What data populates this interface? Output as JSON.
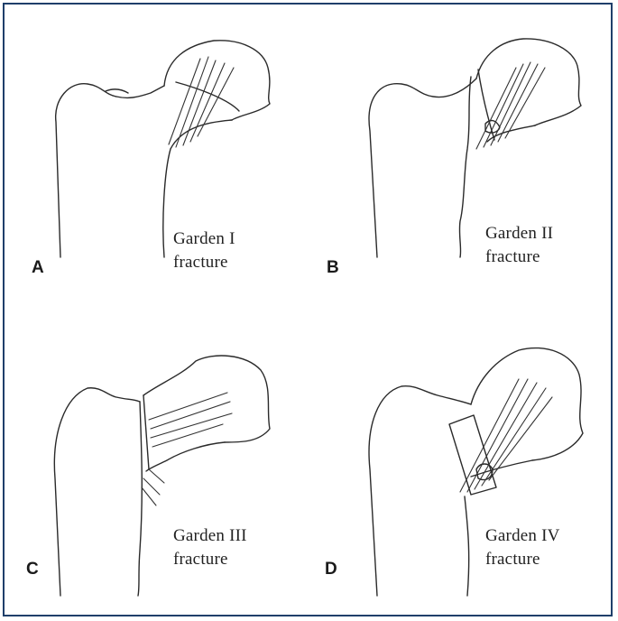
{
  "figure": {
    "panels": [
      {
        "letter": "A",
        "caption_line1": "Garden I",
        "caption_line2": "fracture"
      },
      {
        "letter": "B",
        "caption_line1": "Garden II",
        "caption_line2": "fracture"
      },
      {
        "letter": "C",
        "caption_line1": "Garden III",
        "caption_line2": "fracture"
      },
      {
        "letter": "D",
        "caption_line1": "Garden IV",
        "caption_line2": "fracture"
      }
    ]
  },
  "colors": {
    "border": "#1f3f6a",
    "line": "#2a2a2a"
  }
}
